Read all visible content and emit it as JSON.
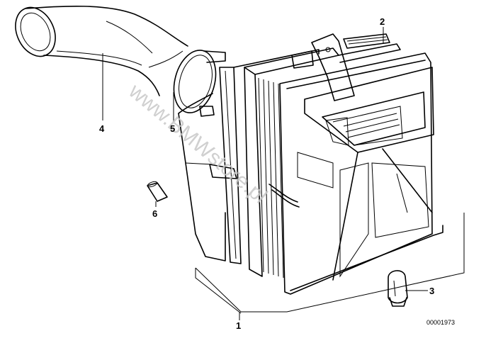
{
  "diagram": {
    "callouts": [
      {
        "id": "1",
        "label": "1"
      },
      {
        "id": "2",
        "label": "2"
      },
      {
        "id": "3",
        "label": "3"
      },
      {
        "id": "4",
        "label": "4"
      },
      {
        "id": "5",
        "label": "5"
      },
      {
        "id": "6",
        "label": "6"
      }
    ],
    "part_code": "00001973",
    "watermark": "www.BMWstore.pl"
  }
}
